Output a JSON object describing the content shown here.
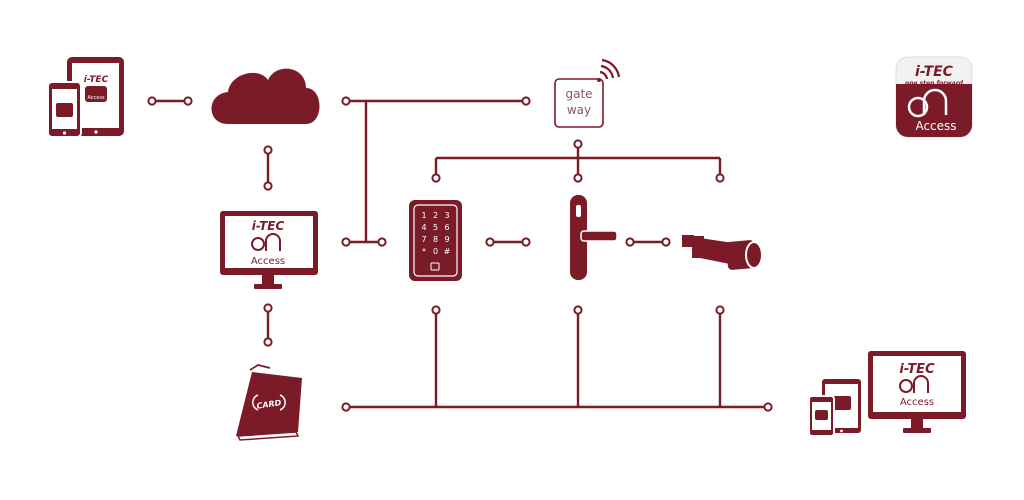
{
  "colors": {
    "primary": "#7a1b27",
    "white": "#ffffff",
    "gateway_bg": "#ffffff"
  },
  "brand": {
    "name": "i-TEC",
    "tagline": "one step forward",
    "product": "Access"
  },
  "gateway": {
    "line1": "gate",
    "line2": "way"
  },
  "card": {
    "label": "CARD"
  },
  "keypad": {
    "keys": [
      "1",
      "2",
      "3",
      "4",
      "5",
      "6",
      "7",
      "8",
      "9",
      "*",
      "0",
      "#"
    ]
  },
  "nodes": [
    "mobile-devices-icon",
    "cloud-icon",
    "gateway-box",
    "app-icon",
    "desktop-access-monitor",
    "keypad-reader-icon",
    "door-handle-icon",
    "cctv-camera-icon",
    "card-reader-icon",
    "multi-device-access-icon"
  ]
}
